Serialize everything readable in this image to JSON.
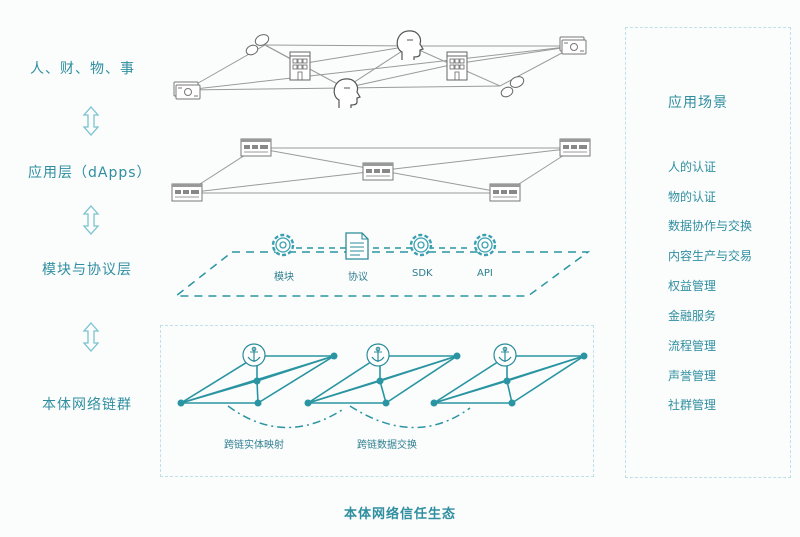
{
  "layers": {
    "entities": "人、财、物、事",
    "apps": "应用层（dApps）",
    "protocol": "模块与协议层",
    "chains": "本体网络链群"
  },
  "protocol_items": {
    "module": "模块",
    "protocol": "协议",
    "sdk": "SDK",
    "api": "API"
  },
  "chain_labels": {
    "mapping": "跨链实体映射",
    "exchange": "跨链数据交换"
  },
  "scenarios": {
    "title": "应用场景",
    "items": [
      "人的认证",
      "物的认证",
      "数据协作与交换",
      "内容生产与交易",
      "权益管理",
      "金融服务",
      "流程管理",
      "声誉管理",
      "社群管理"
    ]
  },
  "footer": "本体网络信任生态",
  "icons": {
    "entities": [
      "money-icon",
      "building-icon",
      "person-icon",
      "coins-icon"
    ],
    "apps": "app-window-icon",
    "protocol": [
      "gear-icon",
      "document-icon"
    ],
    "chain": "anchor-icon",
    "layer_arrow": "double-arrow-icon"
  },
  "colors": {
    "accent": "#2f8fa0",
    "chain_teal": "#2a95a2",
    "gray_line": "#8a8a8a",
    "dashed_border": "#bfe0e6"
  }
}
